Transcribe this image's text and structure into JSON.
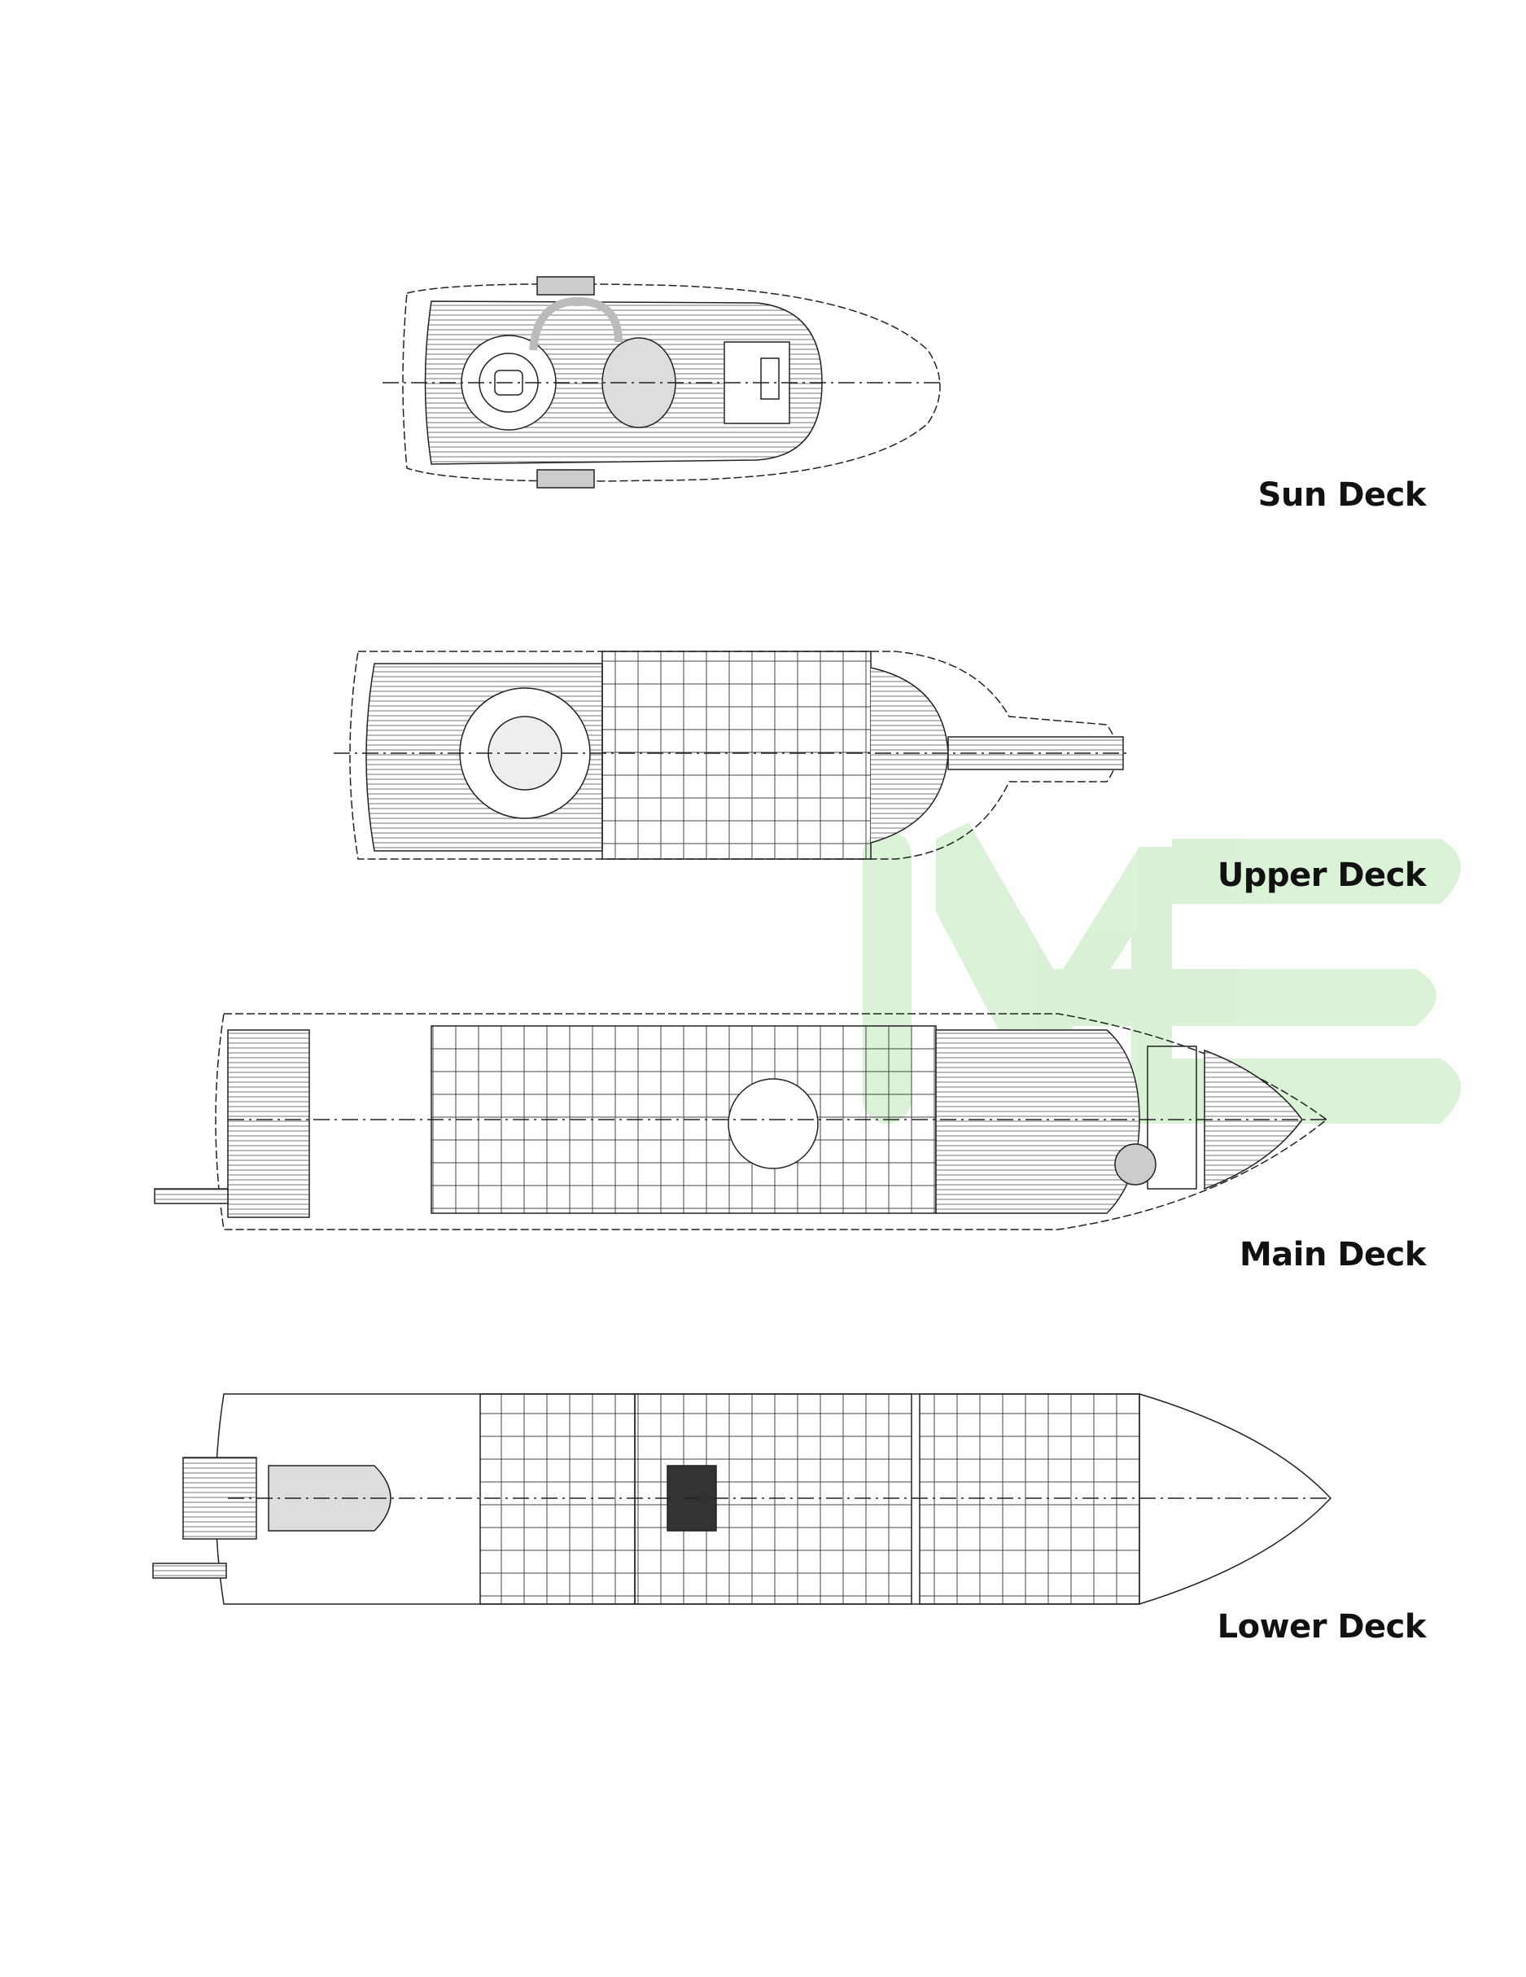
{
  "decks": [
    {
      "label": "Sun Deck"
    },
    {
      "label": "Upper Deck"
    },
    {
      "label": "Main Deck"
    },
    {
      "label": "Lower Deck"
    }
  ],
  "watermark": {
    "text": "ME",
    "color": "#cdeec9"
  }
}
